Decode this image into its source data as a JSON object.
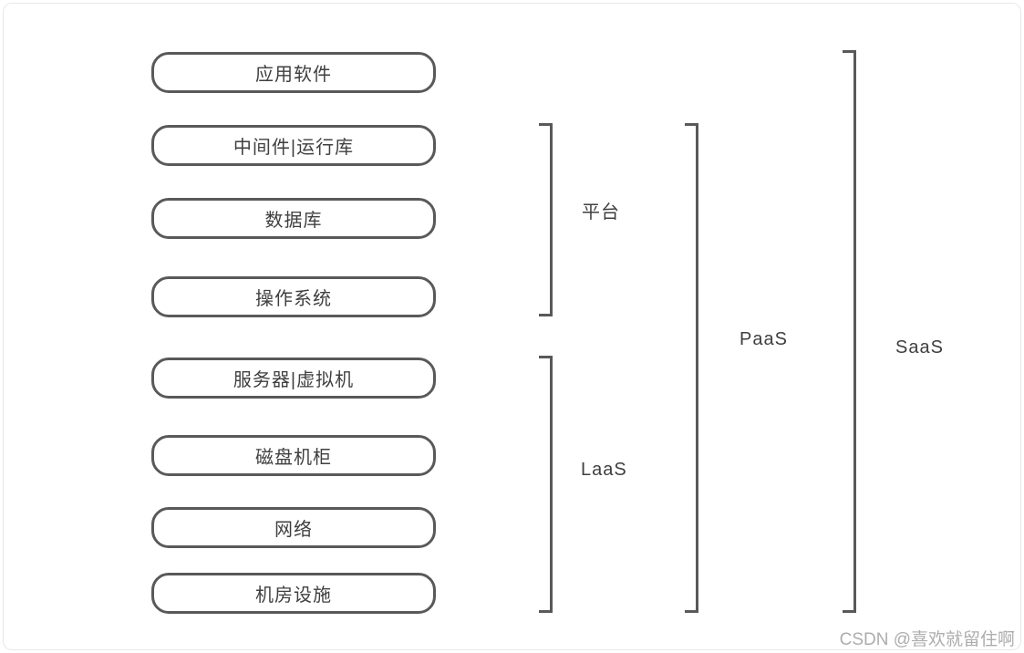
{
  "diagram": {
    "title_implicit": "Cloud service layers diagram",
    "boxes": [
      {
        "label": "应用软件"
      },
      {
        "label": "中间件|运行库"
      },
      {
        "label": "数据库"
      },
      {
        "label": "操作系统"
      },
      {
        "label": "服务器|虚拟机"
      },
      {
        "label": "磁盘机柜"
      },
      {
        "label": "网络"
      },
      {
        "label": "机房设施"
      }
    ],
    "brackets": [
      {
        "label": "平台",
        "spans": "中间件|运行库 → 操作系统"
      },
      {
        "label": "LaaS",
        "spans": "服务器|虚拟机 → 机房设施"
      },
      {
        "label": "PaaS",
        "spans": "中间件|运行库 → 机房设施"
      },
      {
        "label": "SaaS",
        "spans": "应用软件 → 机房设施"
      }
    ],
    "watermark": "CSDN @喜欢就留住啊",
    "colors": {
      "stroke": "#595959",
      "text": "#3f3f3f",
      "watermark": "#adadad",
      "frame": "#e8e8e8",
      "background": "#ffffff"
    }
  }
}
